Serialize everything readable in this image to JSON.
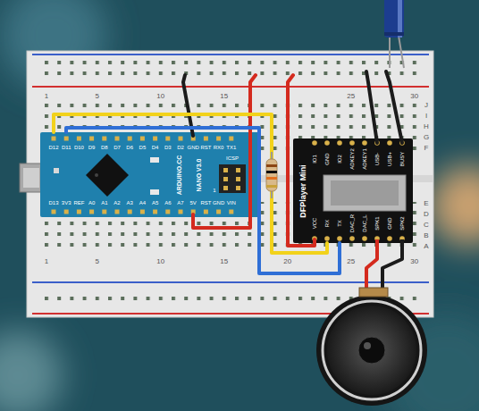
{
  "diagram": {
    "nodes": [
      {
        "text": [
          "ARDUINO.CC",
          "NANO V3.0"
        ]
      },
      {
        "text": [
          "DFPlayer Mini"
        ]
      }
    ],
    "edges": [
      {
        "from": 0,
        "to": 1,
        "arrow": "none"
      },
      {
        "from": 0,
        "to": 1,
        "arrow": "none"
      }
    ],
    "labels": [
      "D12",
      "D11",
      "D10",
      "D9",
      "D8",
      "D7",
      "D6",
      "D5",
      "D4",
      "D3",
      "D2",
      "GND",
      "RST",
      "RX0",
      "TX1",
      "D13",
      "3V3",
      "REF",
      "A0",
      "A1",
      "A2",
      "A3",
      "A4",
      "A5",
      "A6",
      "A7",
      "5V",
      "RST",
      "GND",
      "VIN",
      "ICSP",
      "1",
      "IO1",
      "GND",
      "IO2",
      "ADKEY2",
      "ADKEY1",
      "USB-",
      "USB+",
      "BUSY",
      "VCC",
      "RX",
      "TX",
      "DAC_R",
      "DAC_L",
      "SPK1",
      "GND",
      "SPK2",
      "1",
      "5",
      "10",
      "15",
      "25",
      "30",
      "1",
      "5",
      "10",
      "15",
      "20",
      "25",
      "30",
      "J",
      "I",
      "H",
      "G",
      "F",
      "E",
      "D",
      "C",
      "B",
      "A"
    ]
  }
}
